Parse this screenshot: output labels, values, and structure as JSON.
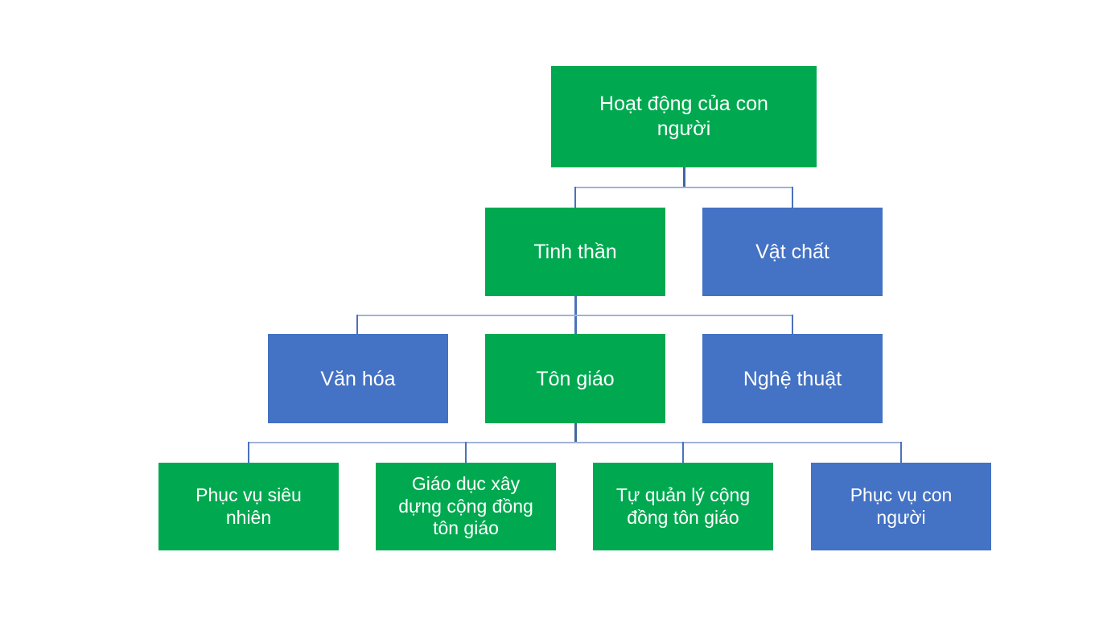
{
  "canvas": {
    "background": "#FFFFFF"
  },
  "colors": {
    "node_green": "#00A950",
    "node_blue": "#4472C4",
    "node_text": "#FFFFFF",
    "connector_bus": "#A0B2D8",
    "connector_drop": "#4A72BC",
    "connector_stub": "#41679F"
  },
  "diagram": {
    "type": "hierarchy-org-chart",
    "nodes": [
      {
        "label": "Hoạt động của con người",
        "color": "#00A950",
        "level": 1,
        "parent": null
      },
      {
        "label": "Tinh thần",
        "color": "#00A950",
        "level": 2,
        "parent": "Hoạt động của con người"
      },
      {
        "label": "Vật chất",
        "color": "#4472C4",
        "level": 2,
        "parent": "Hoạt động của con người"
      },
      {
        "label": "Văn hóa",
        "color": "#4472C4",
        "level": 3,
        "parent": "Tinh thần"
      },
      {
        "label": "Tôn giáo",
        "color": "#00A950",
        "level": 3,
        "parent": "Tinh thần"
      },
      {
        "label": "Nghệ thuật",
        "color": "#4472C4",
        "level": 3,
        "parent": "Tinh thần"
      },
      {
        "label": "Phục vụ siêu nhiên",
        "color": "#00A950",
        "level": 4,
        "parent": "Tôn giáo"
      },
      {
        "label": "Giáo dục xây dựng cộng đồng tôn giáo",
        "color": "#00A950",
        "level": 4,
        "parent": "Tôn giáo"
      },
      {
        "label": "Tự quản lý cộng đồng tôn giáo",
        "color": "#00A950",
        "level": 4,
        "parent": "Tôn giáo"
      },
      {
        "label": "Phục vụ con người",
        "color": "#4472C4",
        "level": 4,
        "parent": "Tôn giáo"
      }
    ]
  }
}
